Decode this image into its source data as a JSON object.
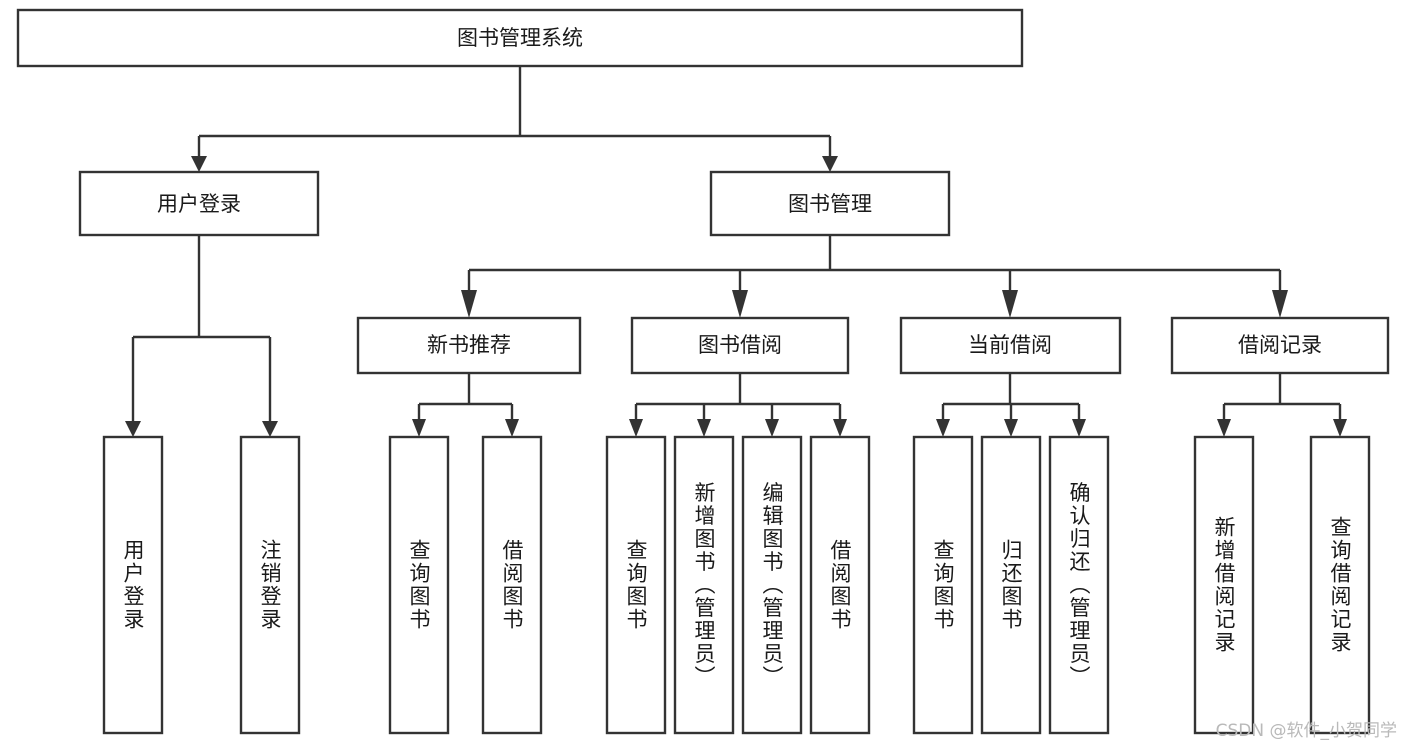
{
  "diagram": {
    "title": "图书管理系统",
    "type": "tree",
    "watermark": "CSDN @软件_小贺同学",
    "colors": {
      "stroke": "#333333",
      "box_fill": "#ffffff",
      "text": "#1a1a1a",
      "background": "#ffffff",
      "watermark": "#b9b9b9"
    },
    "root": {
      "label": "图书管理系统",
      "orientation": "horizontal"
    },
    "level2": [
      {
        "label": "用户登录",
        "orientation": "horizontal"
      },
      {
        "label": "图书管理",
        "orientation": "horizontal"
      }
    ],
    "level3": [
      {
        "label": "新书推荐",
        "orientation": "horizontal"
      },
      {
        "label": "图书借阅",
        "orientation": "horizontal"
      },
      {
        "label": "当前借阅",
        "orientation": "horizontal"
      },
      {
        "label": "借阅记录",
        "orientation": "horizontal"
      }
    ],
    "leaves": {
      "user_login": [
        {
          "label": "用户登录",
          "orientation": "vertical"
        },
        {
          "label": "注销登录",
          "orientation": "vertical"
        }
      ],
      "new_book_recommend": [
        {
          "label": "查询图书",
          "orientation": "vertical"
        },
        {
          "label": "借阅图书",
          "orientation": "vertical"
        }
      ],
      "book_borrow": [
        {
          "label": "查询图书",
          "orientation": "vertical"
        },
        {
          "label": "新增图书（管理员）",
          "orientation": "vertical"
        },
        {
          "label": "编辑图书（管理员）",
          "orientation": "vertical"
        },
        {
          "label": "借阅图书",
          "orientation": "vertical"
        }
      ],
      "current_borrow": [
        {
          "label": "查询图书",
          "orientation": "vertical"
        },
        {
          "label": "归还图书",
          "orientation": "vertical"
        },
        {
          "label": "确认归还（管理员）",
          "orientation": "vertical"
        }
      ],
      "borrow_record": [
        {
          "label": "新增借阅记录",
          "orientation": "vertical"
        },
        {
          "label": "查询借阅记录",
          "orientation": "vertical"
        }
      ]
    }
  }
}
